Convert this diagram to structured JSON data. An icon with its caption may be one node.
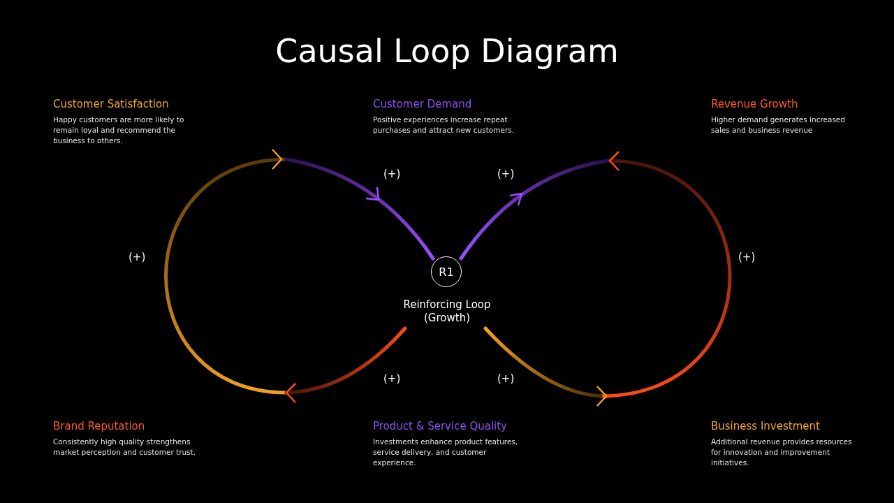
{
  "diagram": {
    "title": "Causal Loop Diagram",
    "nodes": [
      {
        "text": [
          "Customer Satisfaction",
          "Happy customers are more likely to remain loyal and recommend the business to others."
        ]
      },
      {
        "text": [
          "Customer Demand",
          "Positive experiences increase repeat purchases and attract new customers."
        ]
      },
      {
        "text": [
          "Revenue Growth",
          "Higher demand generates increased sales and business revenue"
        ]
      },
      {
        "text": [
          "Brand Reputation",
          "Consistently high quality strengthens market perception and customer trust."
        ]
      },
      {
        "text": [
          "Product & Service Quality",
          "Investments enhance product features, service delivery, and customer experience."
        ]
      },
      {
        "text": [
          "Business Investment",
          "Additional revenue provides resources for innovation and improvement initiatives."
        ]
      },
      {
        "text": [
          "R1"
        ],
        "beside": [
          "Reinforcing Loop (Growth)"
        ]
      }
    ],
    "edges": [],
    "labels": [
      "(+)",
      "(+)",
      "(+)",
      "(+)",
      "(+)",
      "(+)"
    ]
  }
}
